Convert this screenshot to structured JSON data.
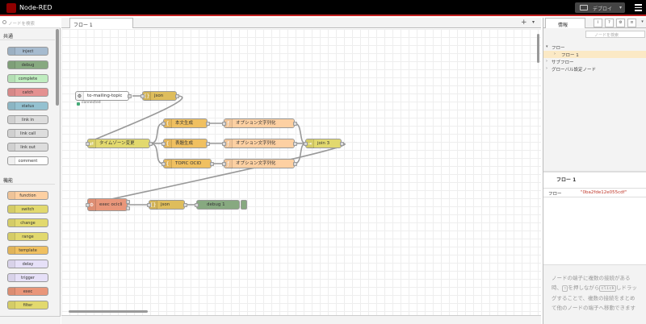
{
  "app": {
    "title": "Node-RED",
    "deploy_label": "デプロイ"
  },
  "palette": {
    "search_placeholder": "ノードを検索",
    "categories": [
      "共通",
      "機能"
    ],
    "common": [
      "inject",
      "debug",
      "complete",
      "catch",
      "status",
      "link in",
      "link call",
      "link out",
      "comment"
    ],
    "function": [
      "function",
      "switch",
      "change",
      "range",
      "template",
      "delay",
      "trigger",
      "exec",
      "filter"
    ]
  },
  "tabs": {
    "flow": "フロー 1"
  },
  "flow": {
    "nodes": {
      "mqtt": "to-mailing-topic",
      "json1": "json",
      "status": "connected",
      "tz": "タイムゾーン変更",
      "body": "本文生成",
      "subject": "表題生成",
      "topic": "TOPIC OCID",
      "opt1": "オプション文字列化",
      "opt2": "オプション文字列化",
      "opt3": "オプション文字列化",
      "join": "join 3",
      "exec": "exec ocicli",
      "json2": "json",
      "debug": "debug 1"
    }
  },
  "sidebar": {
    "tab_label": "情報",
    "search_placeholder": "ノードを検索",
    "tree": [
      "フロー",
      "フロー 1",
      "サブフロー",
      "グローバル設定ノード"
    ],
    "props_title": "フロー 1",
    "props_key": "フロー",
    "props_value": "\"0ba2fde12e055cdf\"",
    "tip_part1": "ノードの端子に複数の接続がある時、",
    "tip_key1": "⇧",
    "tip_part2": "を押しながら",
    "tip_key2": "click",
    "tip_part3": "しドラッグすることで、複数の接続をまとめて他のノードの端子へ移動できます"
  },
  "colors": {
    "header": "#000000",
    "accent": "#c02020",
    "mqtt": "#d8bfd8",
    "json": "#debd5c",
    "function": "#fdd0a2",
    "change": "#e2d96e",
    "exec": "#e9967a",
    "debug": "#87a980",
    "join": "#e2d96e",
    "template": "#f0c060"
  }
}
